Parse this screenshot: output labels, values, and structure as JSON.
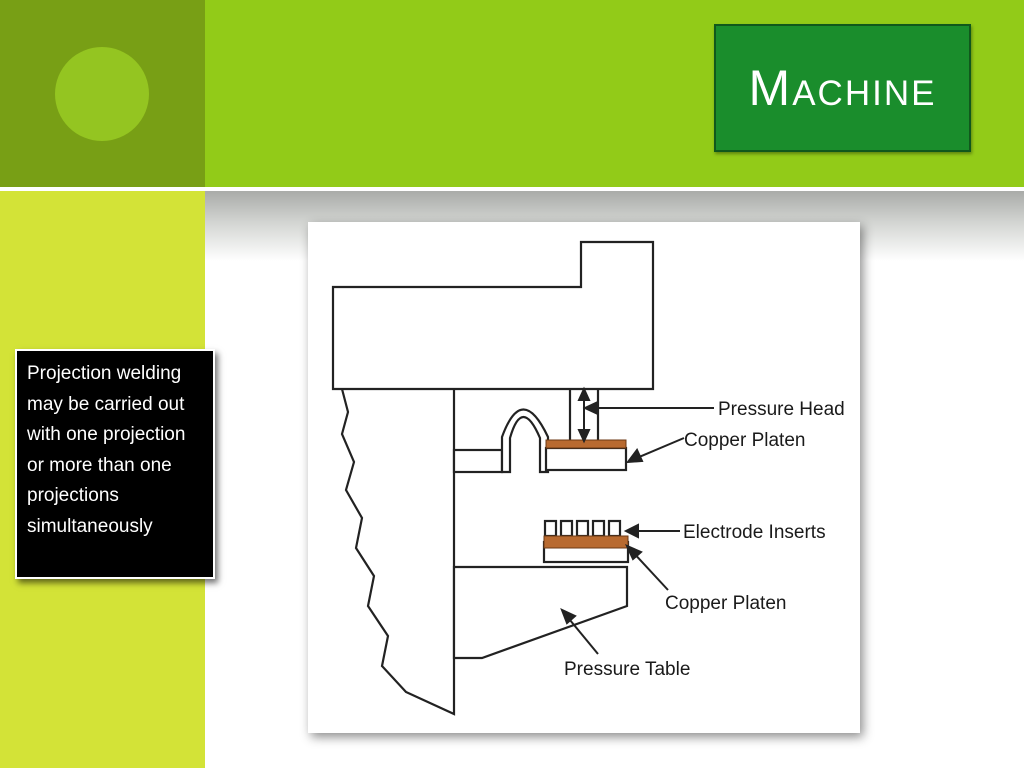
{
  "slide": {
    "title": "Machine",
    "body_text": "Projection welding may be carried out with one projection or more than one projections simultaneously"
  },
  "diagram": {
    "labels": {
      "pressure_head": "Pressure Head",
      "copper_platen_top": "Copper Platen",
      "electrode_inserts": "Electrode Inserts",
      "copper_platen_bottom": "Copper Platen",
      "pressure_table": "Pressure Table"
    }
  },
  "colors": {
    "top_left_block": "#789f15",
    "top_band": "#92cb18",
    "sidebar": "#d3e337",
    "circle": "#94c521",
    "title_box": "#1a8d2c",
    "copper": "#b86a30"
  }
}
